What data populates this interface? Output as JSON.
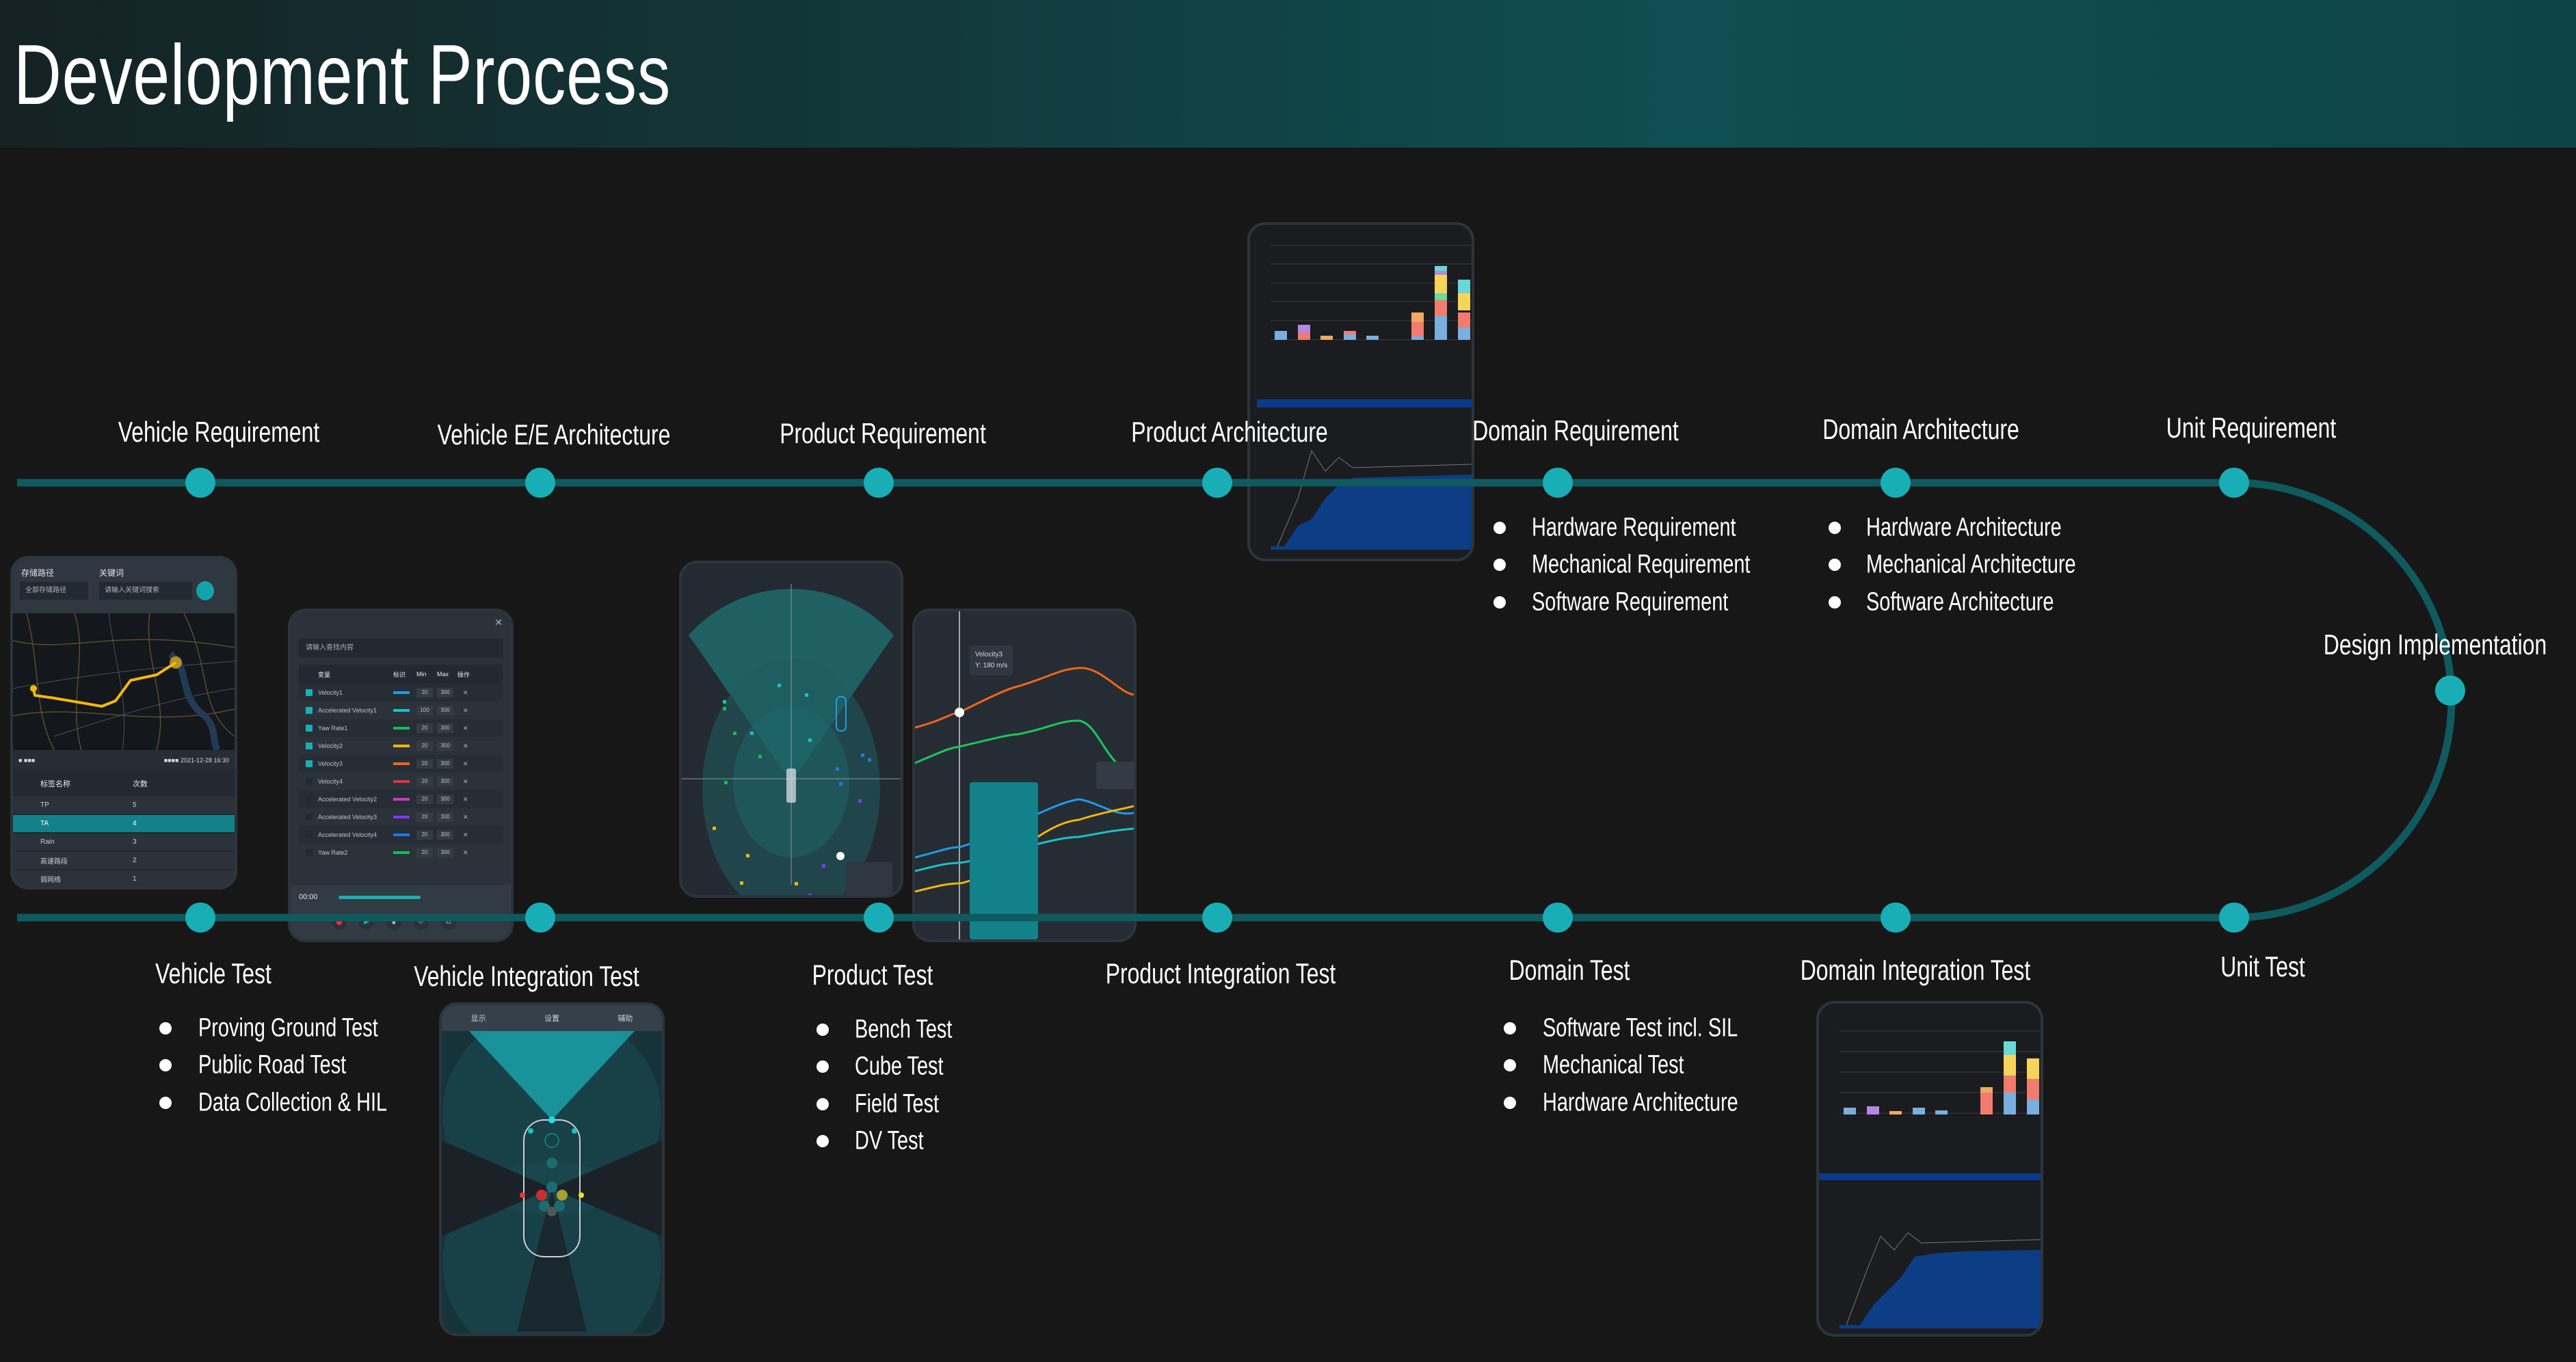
{
  "title": "Development Process",
  "colors": {
    "track": "#0f5a5e",
    "node": "#19aeb5",
    "background": "#171717"
  },
  "top_stages": [
    {
      "label": "Vehicle Requirement"
    },
    {
      "label": "Vehicle E/E Architecture"
    },
    {
      "label": "Product Requirement"
    },
    {
      "label": "Product Architecture"
    },
    {
      "label": "Domain Requirement",
      "bullets": [
        "Hardware Requirement",
        "Mechanical Requirement",
        "Software Requirement"
      ]
    },
    {
      "label": "Domain Architecture",
      "bullets": [
        "Hardware Architecture",
        "Mechanical Architecture",
        "Software Architecture"
      ]
    },
    {
      "label": "Unit Requirement"
    }
  ],
  "turn_stage": {
    "label": "Design Implementation"
  },
  "bottom_stages": [
    {
      "label": "Vehicle Test",
      "bullets": [
        "Proving Ground Test",
        "Public Road Test",
        "Data Collection & HIL"
      ]
    },
    {
      "label": "Vehicle Integration Test"
    },
    {
      "label": "Product Test",
      "bullets": [
        "Bench Test",
        "Cube Test",
        "Field Test",
        "DV Test"
      ]
    },
    {
      "label": "Product Integration Test"
    },
    {
      "label": "Domain Test",
      "bullets": [
        "Software Test incl. SIL",
        "Mechanical Test",
        "Hardware Architecture"
      ]
    },
    {
      "label": "Domain Integration Test"
    },
    {
      "label": "Unit Test"
    }
  ],
  "screens": {
    "map": {
      "path_label": "存储路径",
      "path_value": "全部存储路径",
      "keyword_label": "关键词",
      "keyword_placeholder": "请输入关键词搜索",
      "table_headers": [
        "标签名称",
        "次数"
      ],
      "rows": [
        [
          "TP",
          "5"
        ],
        [
          "TA",
          "4"
        ],
        [
          "Rain",
          "3"
        ],
        [
          "高速路段",
          "2"
        ],
        [
          "弱网络",
          "1"
        ]
      ]
    },
    "variables": {
      "search_placeholder": "请输入查找内容",
      "headers": [
        "变量",
        "标识",
        "Min",
        "Max",
        "操作"
      ],
      "rows": [
        {
          "name": "Velocity1",
          "min": "20",
          "max": "300",
          "color": "#1e9be8",
          "on": true
        },
        {
          "name": "Accelerated Velocity1",
          "min": "100",
          "max": "300",
          "color": "#19c1c8",
          "on": true
        },
        {
          "name": "Yaw Rate1",
          "min": "20",
          "max": "300",
          "color": "#19b85a",
          "on": true
        },
        {
          "name": "Velocity2",
          "min": "20",
          "max": "300",
          "color": "#f2b40c",
          "on": true
        },
        {
          "name": "Velocity3",
          "min": "20",
          "max": "300",
          "color": "#f0641e",
          "on": true
        },
        {
          "name": "Velocity4",
          "min": "20",
          "max": "300",
          "color": "#e8323c",
          "on": false
        },
        {
          "name": "Accelerated Velocity2",
          "min": "20",
          "max": "300",
          "color": "#c83cc8",
          "on": false
        },
        {
          "name": "Accelerated Velocity3",
          "min": "20",
          "max": "300",
          "color": "#7a3cf0",
          "on": false
        },
        {
          "name": "Accelerated Velocity4",
          "min": "20",
          "max": "300",
          "color": "#1e78e8",
          "on": false
        },
        {
          "name": "Yaw Rate2",
          "min": "20",
          "max": "300",
          "color": "#19b85a",
          "on": false
        }
      ],
      "time": "00:00",
      "speed": "x2"
    },
    "curves": {
      "tooltip_series": "Velocity3",
      "tooltip_value": "Y: 180 m/s"
    },
    "car": {
      "tabs": [
        "显示",
        "设置",
        "辅助"
      ]
    }
  }
}
